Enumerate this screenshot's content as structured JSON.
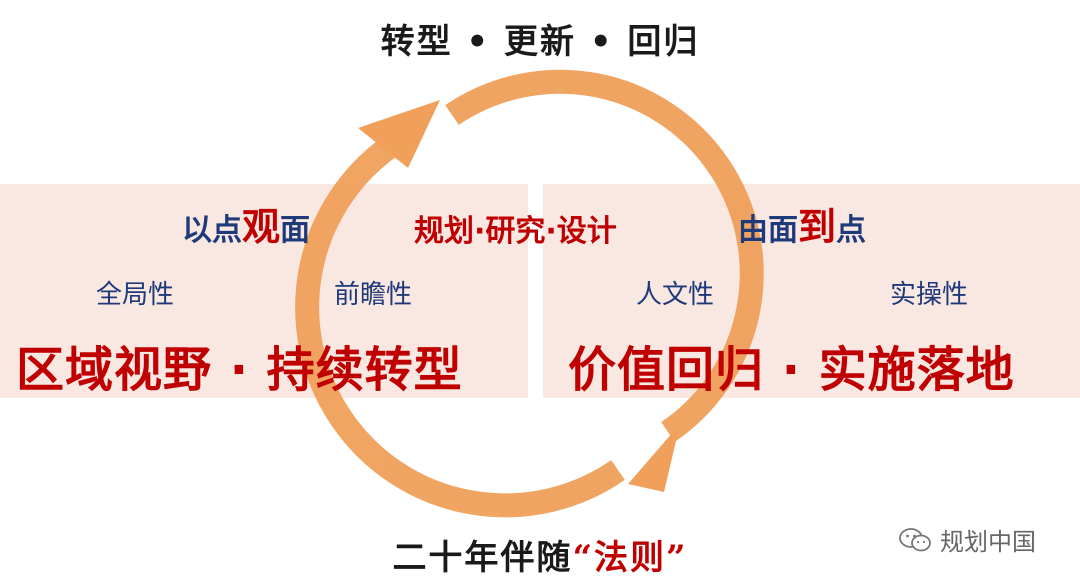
{
  "title": "转型 • 更新 • 回归",
  "footer": {
    "main": "二十年伴随",
    "quoted": "“法则”"
  },
  "left": {
    "heading_pre": "以点",
    "heading_em": "观",
    "heading_post": "面",
    "sub1": "全局性",
    "sub2": "前瞻性",
    "big": "区域视野 · 持续转型"
  },
  "center": {
    "heading": "规划·研究·设计"
  },
  "right": {
    "heading_pre": "由面",
    "heading_em": "到",
    "heading_post": "点",
    "sub1": "人文性",
    "sub2": "实操性",
    "big": "价值回归 · 实施落地"
  },
  "watermark": {
    "text": "规划中国",
    "icon": "wechat-icon"
  },
  "colors": {
    "ring": "#f0a05a",
    "red": "#c00000",
    "navy": "#1f3a7a",
    "panel": "#f8e3dc"
  }
}
